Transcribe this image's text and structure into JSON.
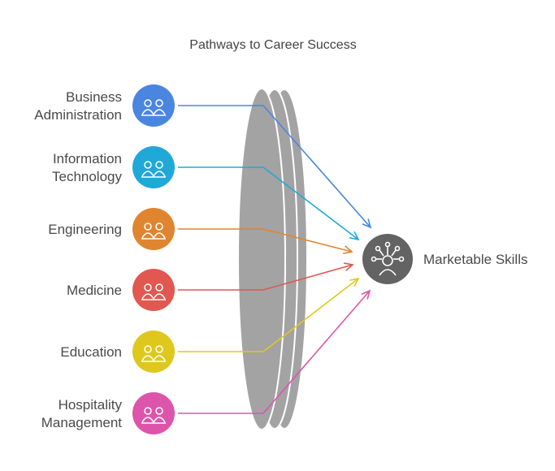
{
  "title": "Pathways to Career Success",
  "target": {
    "label": "Marketable Skills",
    "color": "#636363",
    "icon": "network-person-icon"
  },
  "lens_color": "#a3a3a3",
  "paths": [
    {
      "lines": [
        "Business",
        "Administration"
      ],
      "color": "#4a86e0",
      "icon": "meeting-icon"
    },
    {
      "lines": [
        "Information",
        "Technology"
      ],
      "color": "#20a9d8",
      "icon": "team-network-icon"
    },
    {
      "lines": [
        "Engineering"
      ],
      "color": "#e0852f",
      "icon": "crane-icon"
    },
    {
      "lines": [
        "Medicine"
      ],
      "color": "#e15850",
      "icon": "patient-doctor-icon"
    },
    {
      "lines": [
        "Education"
      ],
      "color": "#dfc81d",
      "icon": "teacher-student-icon"
    },
    {
      "lines": [
        "Hospitality",
        "Management"
      ],
      "color": "#dd55ab",
      "icon": "reception-desk-icon"
    }
  ]
}
